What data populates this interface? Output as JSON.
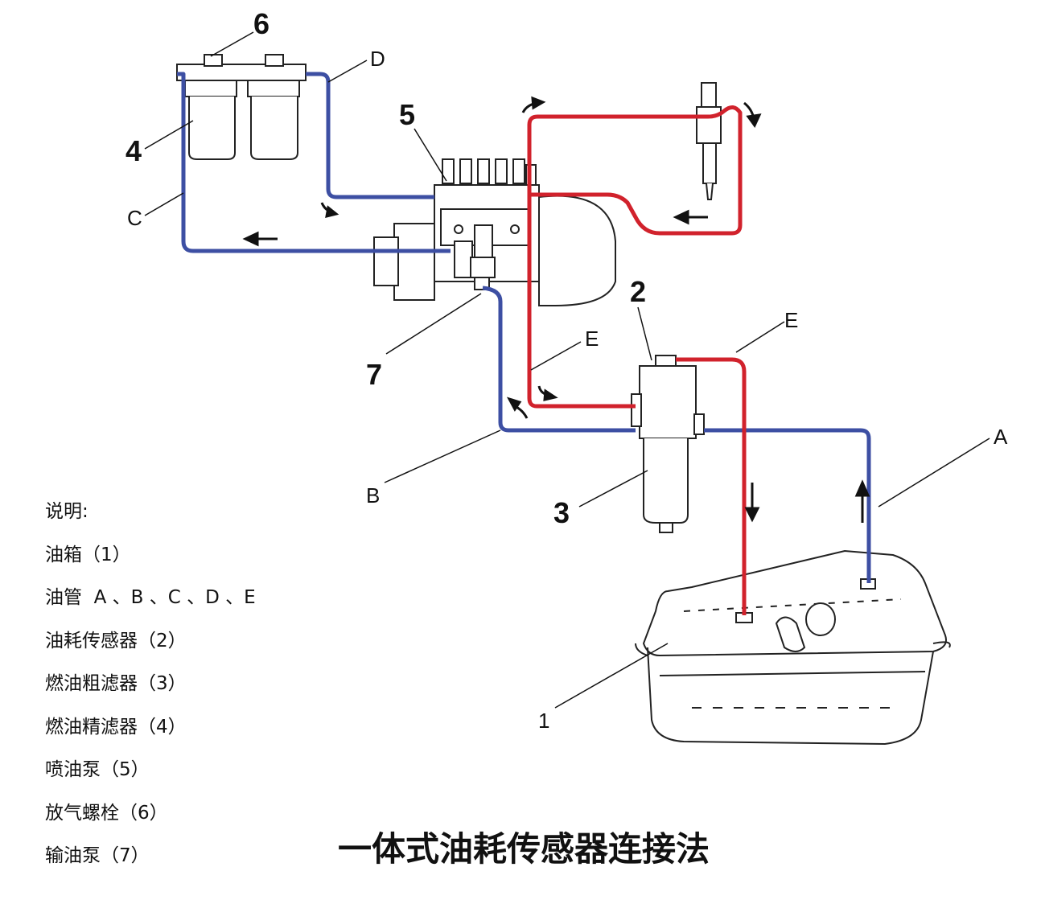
{
  "title": "一体式油耗传感器连接法",
  "colors": {
    "supply_line": "#3d4fa3",
    "return_line": "#d1222c",
    "outline": "#222222"
  },
  "labels": {
    "n1": "1",
    "n2": "2",
    "n3": "3",
    "n4": "4",
    "n5": "5",
    "n6": "6",
    "n7": "7",
    "A": "A",
    "B": "B",
    "C": "C",
    "D": "D",
    "E1": "E",
    "E2": "E"
  },
  "legend": {
    "heading": "说明:",
    "items": [
      "油箱（1）",
      "油管  A 、B 、C 、D 、E",
      "油耗传感器（2）",
      "燃油粗滤器（3）",
      "燃油精滤器（4）",
      "喷油泵（5）",
      "放气螺栓（6）",
      "输油泵（7）"
    ]
  }
}
